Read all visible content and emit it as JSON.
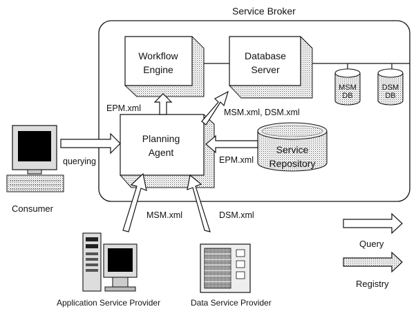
{
  "broker": {
    "title": "Service Broker"
  },
  "workflow": {
    "line1": "Workflow",
    "line2": "Engine"
  },
  "database": {
    "line1": "Database",
    "line2": "Server"
  },
  "msm_db": {
    "line1": "MSM",
    "line2": "DB"
  },
  "dsm_db": {
    "line1": "DSM",
    "line2": "DB"
  },
  "planning": {
    "line1": "Planning",
    "line2": "Agent"
  },
  "repository": {
    "line1": "Service",
    "line2": "Repository"
  },
  "labels": {
    "epm_top": "EPM.xml",
    "msm_dsm": "MSM.xml,  DSM.xml",
    "epm_right": "EPM.xml",
    "querying": "querying",
    "msm_bottom": "MSM.xml",
    "dsm_bottom": "DSM.xml"
  },
  "consumer": {
    "label": "Consumer"
  },
  "app_provider": {
    "label": "Application  Service  Provider"
  },
  "data_provider": {
    "label": "Data  Service  Provider"
  },
  "legend": {
    "query": "Query",
    "registry": "Registry"
  }
}
